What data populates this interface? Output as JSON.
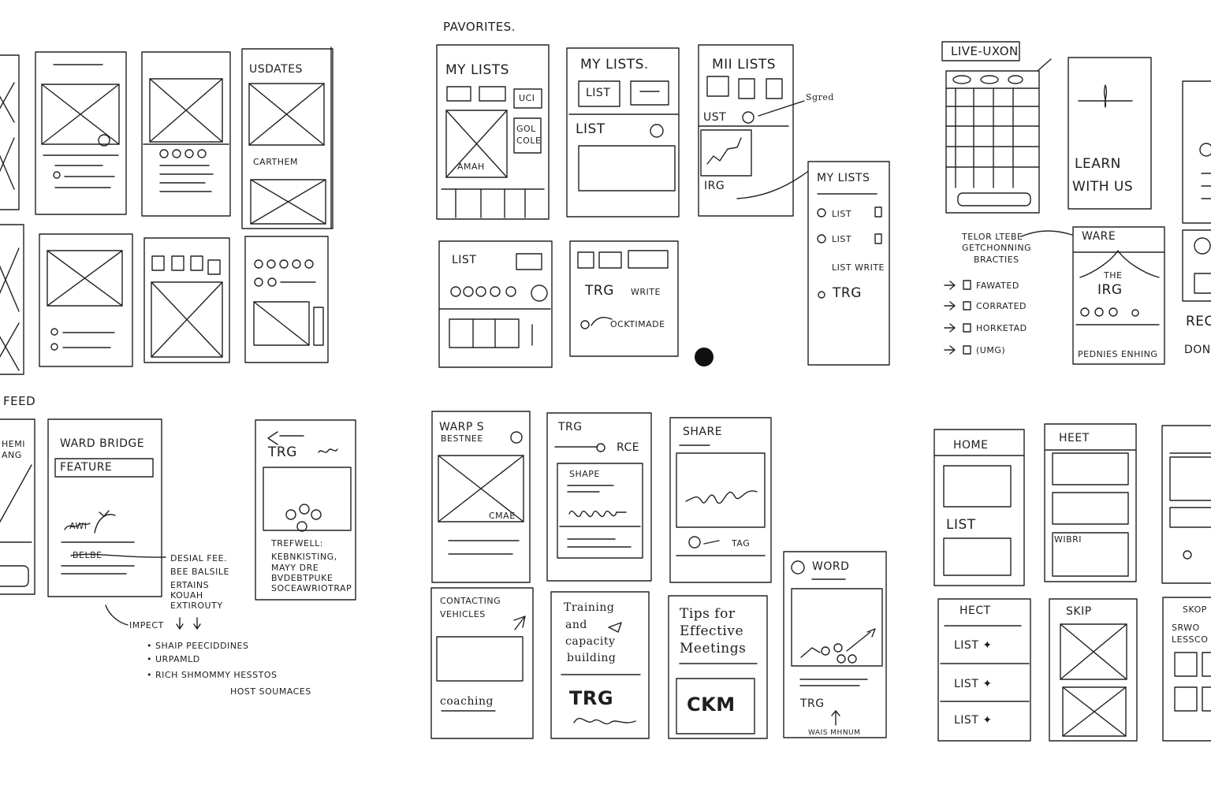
{
  "sections": {
    "favorites": "PAVORITES.",
    "live": "LIVE-UXON",
    "feed": "FEED"
  },
  "screens": {
    "updates": {
      "title": "USDATES",
      "caption": "CARTHEM"
    },
    "mylists1": {
      "title": "MY LISTS",
      "tag1": "UCI",
      "tag2": "GOL",
      "tag3": "COLE",
      "img": "AMAH"
    },
    "mylists2": {
      "title": "MY LISTS.",
      "btn": "LIST",
      "row": "LIST"
    },
    "mylists3": {
      "title": "MII LISTS",
      "row": "UST",
      "footer": "IRG",
      "note": "Sgred"
    },
    "list": {
      "title": "LIST"
    },
    "trg_write": {
      "row1": "TRG",
      "row1b": "WRITE",
      "row2": "OCKTIMADE"
    },
    "mylists_panel": {
      "title": "MY LISTS",
      "items": [
        "LIST",
        "LIST",
        "LIST WRITE",
        "TRG"
      ]
    },
    "learn": {
      "line1": "LEARN",
      "line2": "WITH US"
    },
    "live_notes": {
      "note1": "TELOR LTEBE",
      "note2": "GETCHONNING",
      "note3": "BRACTIES",
      "items": [
        "FAWATED",
        "CORRATED",
        "HORKETAD",
        "(UMG)"
      ]
    },
    "ware": {
      "title": "WARE",
      "sub": "THE",
      "trg": "IRG",
      "footer": "PEDNIES ENHING"
    },
    "edge_right": {
      "text1": "REC",
      "text2": "DON"
    },
    "feed_left": {
      "line1": "HEMI",
      "line2": "ANG"
    },
    "ward_feature": {
      "title": "WARD BRIDGE",
      "tab": "FEATURE",
      "scribble": "AWI",
      "label": "BELBE"
    },
    "feed_notes": {
      "note1": "DESIAL FEE.",
      "note2": "BEE BALSILE",
      "note3": "ERTAINS",
      "note4": "KOUAH",
      "note5": "EXTIROUTY",
      "impect": "IMPECT",
      "bullets": [
        "SHAIP PEECIDDINES",
        "URPAMLD",
        "RICH SHMOMMY HESSTOS"
      ],
      "extra": "HOST SOUMACES"
    },
    "trg_post": {
      "title": "TRG",
      "body1": "TREFWELL:",
      "body2": "KEBNKISTING,",
      "body3": "MAYY DRE",
      "body4": "BVDEBTPUKE",
      "body5": "SOCEAWRIOTRAP"
    },
    "warp": {
      "title": "WARP S",
      "sub": "BESTNEE",
      "tag": "CMAE"
    },
    "trg_shape": {
      "title": "TRG",
      "right": "RCE",
      "box": "SHAPE"
    },
    "share": {
      "title": "SHARE",
      "footer": "TAG"
    },
    "contacting": {
      "line1": "CONTACTING",
      "line2": "VEHICLES",
      "footer": "coaching"
    },
    "training": {
      "line1": "Training",
      "line2": "and",
      "line3": "capacity",
      "line4": "building",
      "big": "TRG"
    },
    "tips": {
      "line1": "Tips for",
      "line2": "Effective",
      "line3": "Meetings",
      "big": "CKM"
    },
    "word": {
      "title": "WORD",
      "footer": "TRG",
      "caption": "WAIS MHNUM"
    },
    "home": {
      "title": "HOME",
      "row": "LIST"
    },
    "heet": {
      "title": "HEET",
      "foot": "WIBRI"
    },
    "hect": {
      "title": "HECT",
      "items": [
        "LIST",
        "LIST",
        "LIST"
      ]
    },
    "skip": {
      "title": "SKIP"
    },
    "edge_br": {
      "title": "SKOP",
      "sub1": "SRWO",
      "sub2": "LESSCO"
    }
  }
}
